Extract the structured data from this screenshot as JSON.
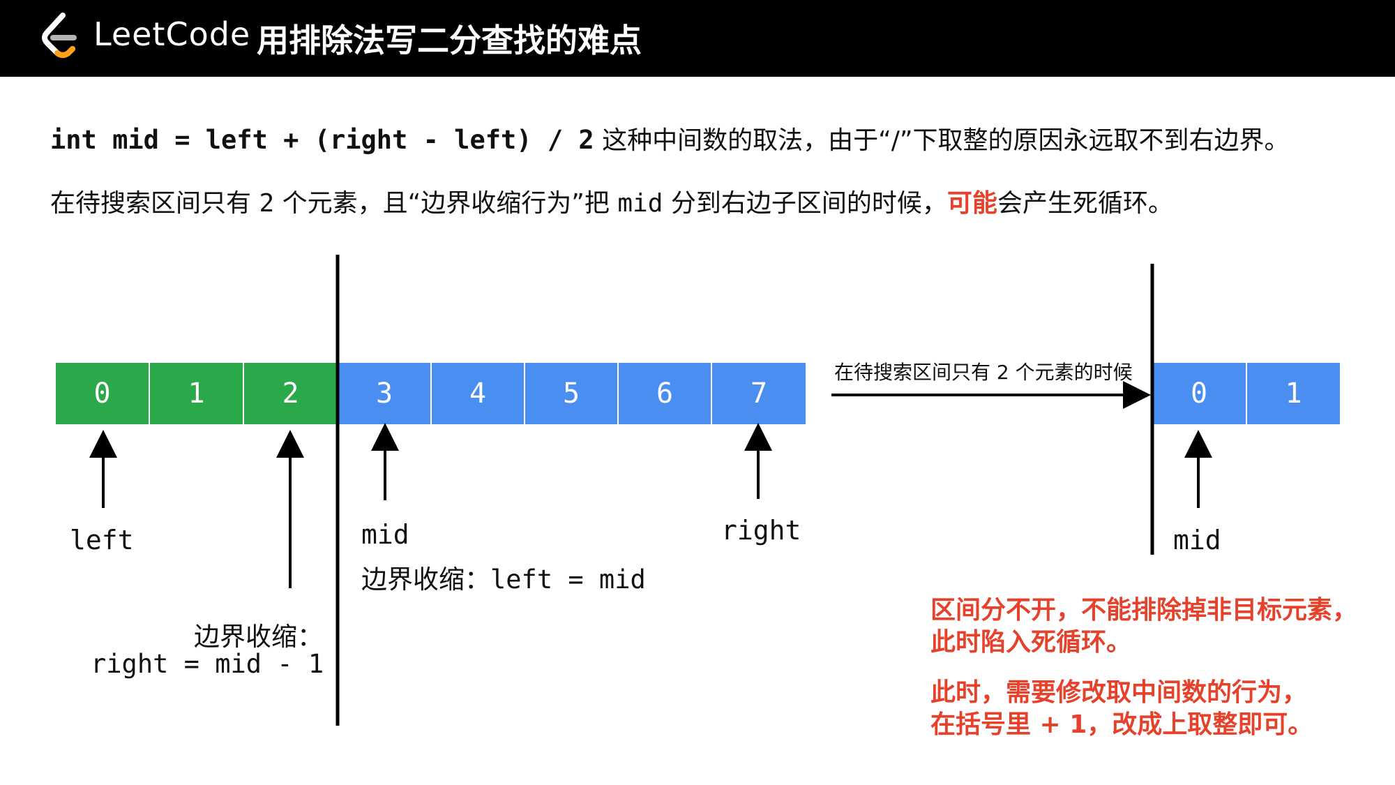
{
  "header": {
    "brand": "LeetCode",
    "title": "用排除法写二分查找的难点"
  },
  "intro": {
    "code": "int mid = left + (right - left) / 2",
    "line1_text": " 这种中间数的取法，由于“/”下取整的原因永远取不到右边界。",
    "line2_a": "在待搜索区间只有 ",
    "line2_num": "2",
    "line2_b": " 个元素，且“边界收缩行为”把 ",
    "line2_mid": "mid",
    "line2_c": " 分到右边子区间的时候，",
    "line2_highlight": "可能",
    "line2_d": "会产生死循环。"
  },
  "array_left": {
    "green_cells": [
      "0",
      "1",
      "2"
    ],
    "blue_cells": [
      "3",
      "4",
      "5",
      "6",
      "7"
    ]
  },
  "array_right": {
    "cells": [
      "0",
      "1"
    ]
  },
  "labels": {
    "left": "left",
    "mid": "mid",
    "right": "right",
    "shrink_left_line1": "边界收缩：",
    "shrink_left_line2": "right = mid - 1",
    "shrink_right": "边界收缩：left = mid",
    "transition": "在待搜索区间只有 2 个元素的时候",
    "mid2": "mid"
  },
  "notes": {
    "p1_line1": "区间分不开，不能排除掉非目标元素，",
    "p1_line2": "此时陷入死循环。",
    "p2_line1": "此时，需要修改取中间数的行为，",
    "p2_line2": "在括号里 + 1，改成上取整即可。"
  },
  "colors": {
    "green": "#2aa84a",
    "blue": "#4a8ef2",
    "highlight": "#e5412b"
  }
}
